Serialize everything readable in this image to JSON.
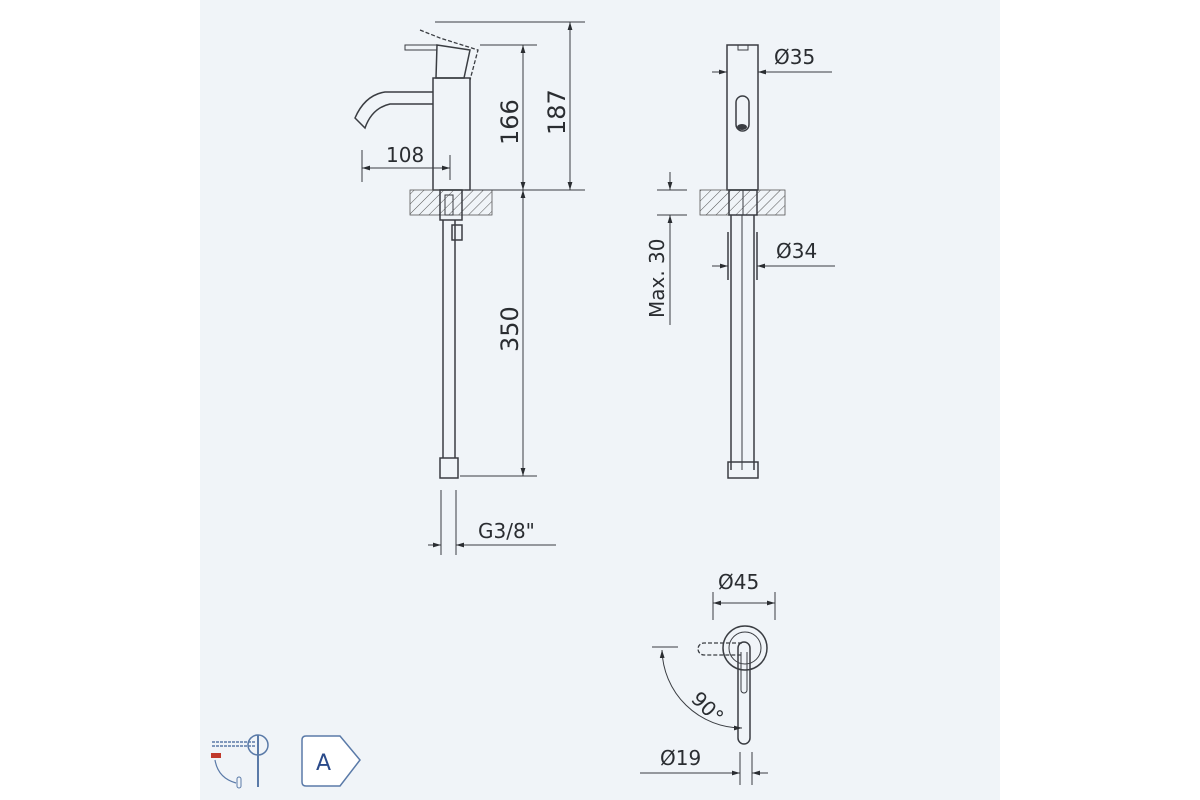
{
  "drawing": {
    "side_view": {
      "spout_reach": "108",
      "height_to_body": "166",
      "total_height": "187",
      "hose_length": "350",
      "connection": "G3/8\""
    },
    "front_view": {
      "body_diameter": "Ø35",
      "deck_thickness": "Max. 30",
      "shank_diameter": "Ø34"
    },
    "top_view": {
      "base_diameter": "Ø45",
      "lever_rotation": "90°",
      "lever_diameter": "Ø19"
    },
    "badges": {
      "energy_class": "A",
      "icon": "lever-operation-icon"
    }
  },
  "colors": {
    "panel": "#f0f4f8",
    "line": "#3a3d42",
    "badge": "#2a4a8a",
    "accent_red": "#c0392b"
  }
}
